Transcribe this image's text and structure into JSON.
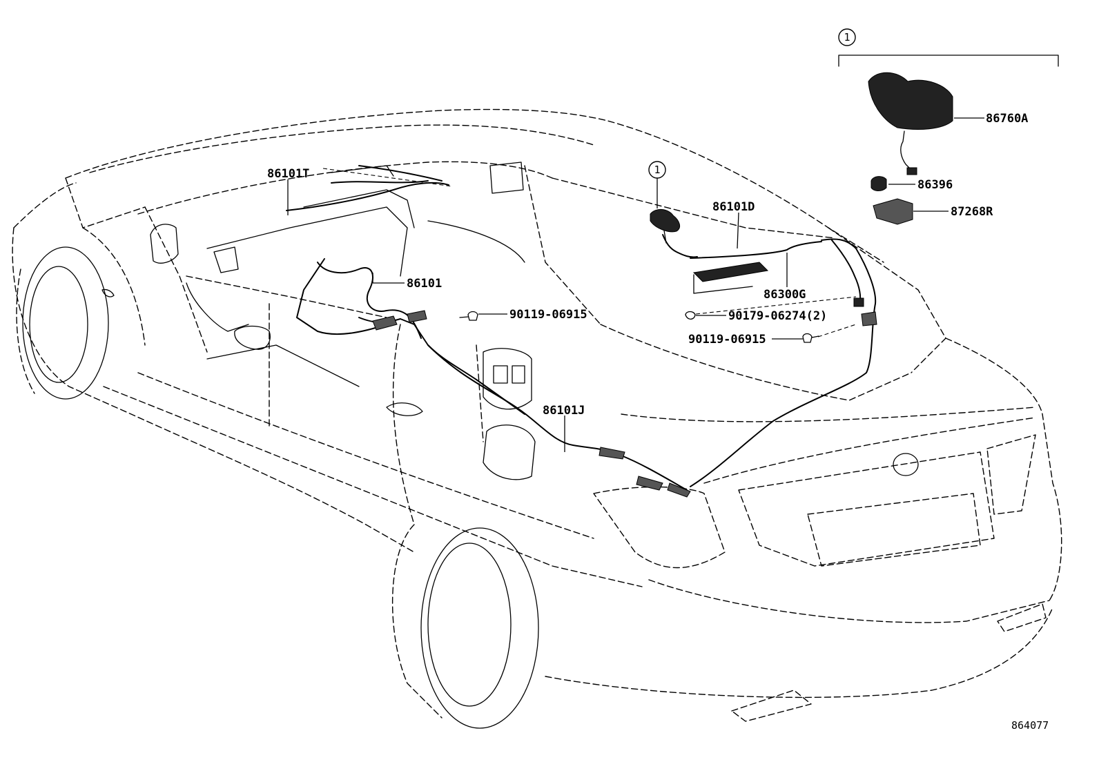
{
  "diagram": {
    "illustration_number": "864077",
    "kit_callout": "1",
    "parts": [
      {
        "id": "p1",
        "label": "86760A"
      },
      {
        "id": "p2",
        "label": "86396"
      },
      {
        "id": "p3",
        "label": "87268R"
      },
      {
        "id": "p4",
        "label": "86101D"
      },
      {
        "id": "p5",
        "label": "86300G"
      },
      {
        "id": "p6",
        "label": "90179-06274(2)"
      },
      {
        "id": "p7",
        "label": "90119-06915"
      },
      {
        "id": "p8",
        "label": "86101T"
      },
      {
        "id": "p9",
        "label": "86101"
      },
      {
        "id": "p10",
        "label": "90119-06915"
      },
      {
        "id": "p11",
        "label": "86101J"
      }
    ]
  }
}
